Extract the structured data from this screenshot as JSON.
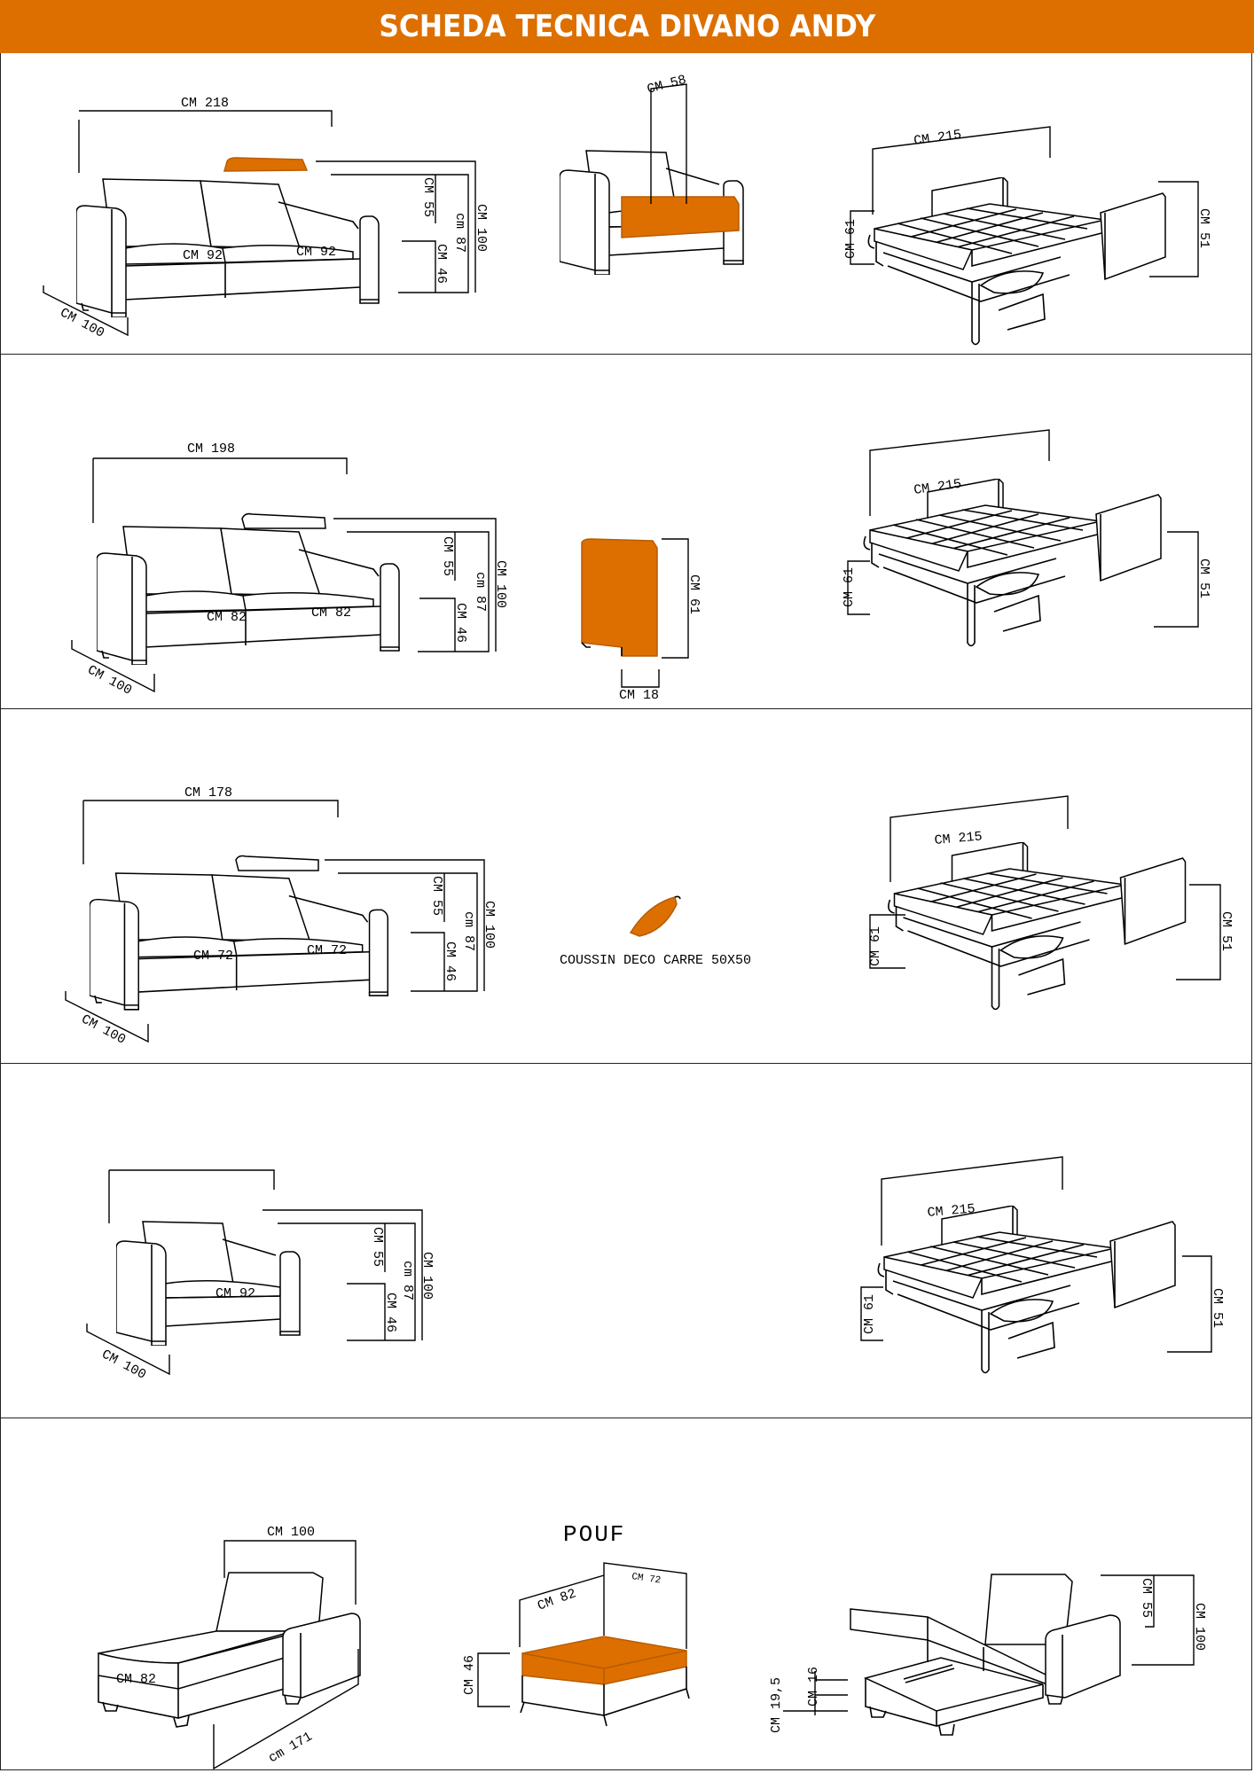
{
  "header": {
    "title": "SCHEDA TECNICA DIVANO ANDY"
  },
  "colors": {
    "accent": "#dd6f00"
  },
  "row1": {
    "width": "CM 218",
    "seat1": "CM 92",
    "seat2": "CM 92",
    "h55": "CM 55",
    "h87": "cm 87",
    "h100": "CM 100",
    "h46": "CM 46",
    "depth": "CM 100",
    "back_width": "CM 58",
    "bed_width": "CM 215",
    "bed_h61": "CM 61",
    "bed_h51": "CM 51"
  },
  "row2": {
    "width": "CM 198",
    "seat1": "CM 82",
    "seat2": "CM 82",
    "h55": "CM 55",
    "h87": "cm 87",
    "h100": "CM 100",
    "h46": "CM 46",
    "depth": "CM 100",
    "side_h": "CM 61",
    "side_w": "CM 18",
    "bed_width": "CM 215",
    "bed_h61": "CM 61",
    "bed_h51": "CM 51"
  },
  "row3": {
    "width": "CM 178",
    "seat1": "CM 72",
    "seat2": "CM 72",
    "h55": "CM 55",
    "h87": "cm 87",
    "h100": "CM 100",
    "h46": "CM 46",
    "depth": "CM 100",
    "cushion_label": "COUSSIN DECO CARRE 50X50",
    "bed_width": "CM 215",
    "bed_h61": "CM 61",
    "bed_h51": "CM 51"
  },
  "row4": {
    "seat": "CM 92",
    "h55": "CM 55",
    "h87": "cm 87",
    "h100": "CM 100",
    "h46": "CM 46",
    "depth": "CM 100",
    "bed_width": "CM 215",
    "bed_h61": "CM 61",
    "bed_h51": "CM 51"
  },
  "row5": {
    "chaise_width": "CM 100",
    "chaise_seat": "CM 82",
    "chaise_length": "cm 171",
    "pouf_title": "POUF",
    "pouf_w82": "CM 82",
    "pouf_w72": "CM 72",
    "pouf_h46": "CM 46",
    "open_h55": "CM 55",
    "open_h100": "CM 100",
    "open_h195": "CM 19,5",
    "open_h16": "CM 16"
  }
}
